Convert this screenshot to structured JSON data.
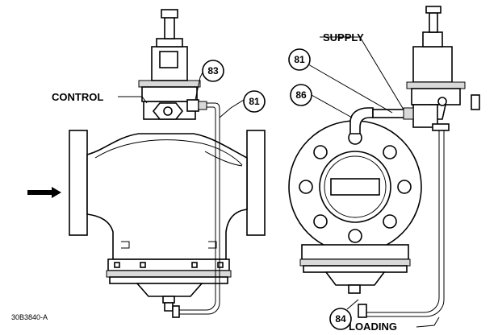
{
  "labels": {
    "control": "CONTROL",
    "supply": "SUPPLY",
    "loading": "LOADING",
    "drawing_code": "30B3840-A"
  },
  "callouts": {
    "c83": "83",
    "c81_left": "81",
    "c81_right": "81",
    "c86": "86",
    "c84": "84"
  },
  "colors": {
    "line": "#000000",
    "background": "#ffffff",
    "shade": "#d9d9d9"
  },
  "icons": {
    "flow_arrow": "flow-direction-arrow-icon"
  }
}
